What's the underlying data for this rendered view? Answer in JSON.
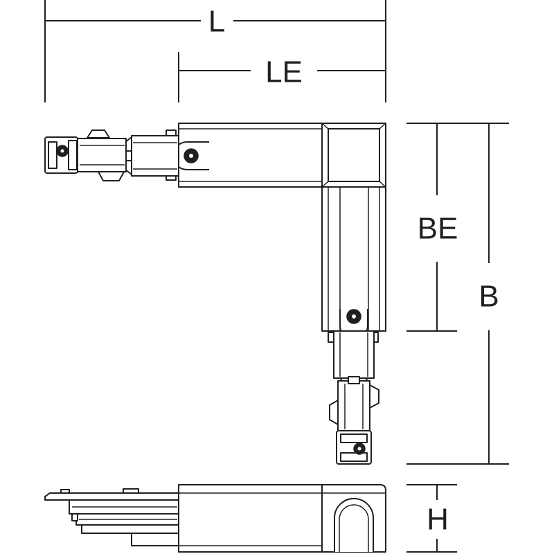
{
  "dimensions": {
    "overall_length": "L",
    "arm_length": "LE",
    "arm_width": "BE",
    "overall_width": "B",
    "height": "H"
  },
  "colors": {
    "stroke": "#231f20",
    "background": "#ffffff"
  }
}
